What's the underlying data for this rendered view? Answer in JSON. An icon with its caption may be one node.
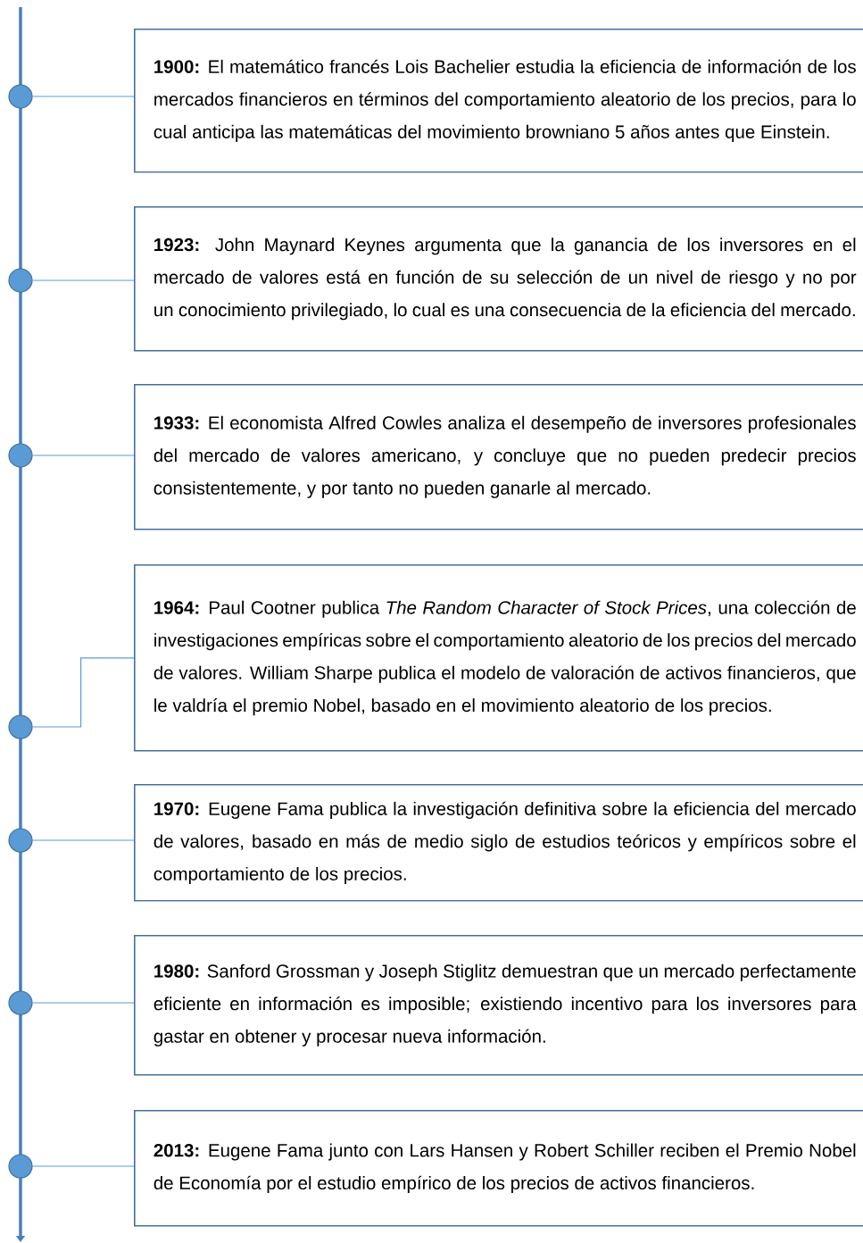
{
  "diagram": {
    "nodes": [
      {
        "text": [
          "**1900:** El matemático francés Lois Bachelier estudia la eficiencia de información de los mercados financieros en términos del comportamiento aleatorio de los precios, para lo cual anticipa las matemáticas del movimiento browniano 5 años antes que Einstein."
        ]
      },
      {
        "text": [
          "**1923:** John Maynard Keynes argumenta que la ganancia de los inversores en el mercado de valores está en función de su selección de un nivel de riesgo y no por un conocimiento privilegiado, lo cual es una consecuencia de la eficiencia del mercado."
        ]
      },
      {
        "text": [
          "**1933:** El economista Alfred Cowles analiza el desempeño de inversores profesionales del mercado de valores americano, y concluye que no pueden predecir precios consistentemente, y por tanto no pueden ganarle al mercado."
        ]
      },
      {
        "text": [
          "**1964:** Paul Cootner publica *The Random Character of Stock Prices*, una colección de investigaciones empíricas sobre el comportamiento aleatorio de los precios del mercado de valores. William Sharpe publica el modelo de valoración de activos financieros, que le valdría el premio Nobel, basado en el movimiento aleatorio de los precios."
        ]
      },
      {
        "text": [
          "**1970:** Eugene Fama publica la investigación definitiva sobre la eficiencia del mercado de valores, basado en más de medio siglo de estudios teóricos y empíricos sobre el comportamiento de los precios."
        ]
      },
      {
        "text": [
          "**1980:** Sanford Grossman y Joseph Stiglitz demuestran que un mercado perfectamente eficiente en información es imposible; existiendo incentivo para los inversores para gastar en obtener y procesar nueva información."
        ]
      },
      {
        "text": [
          "**2013:** Eugene Fama junto con Lars Hansen y Robert Schiller reciben el Premio Nobel de Economía por el estudio empírico de los precios de activos financieros."
        ]
      },
      {
        "text": [],
        "shape": "circle"
      },
      {
        "text": [],
        "shape": "circle"
      },
      {
        "text": [],
        "shape": "circle"
      },
      {
        "text": [],
        "shape": "circle"
      },
      {
        "text": [],
        "shape": "circle"
      },
      {
        "text": [],
        "shape": "circle"
      },
      {
        "text": [],
        "shape": "circle"
      }
    ],
    "edges": [
      {
        "from": 7,
        "to": 0,
        "arrow": "none"
      },
      {
        "from": 8,
        "to": 1,
        "arrow": "none"
      },
      {
        "from": 9,
        "to": 2,
        "arrow": "none"
      },
      {
        "from": 10,
        "to": 3,
        "arrow": "none"
      },
      {
        "from": 11,
        "to": 4,
        "arrow": "none"
      },
      {
        "from": 12,
        "to": 5,
        "arrow": "none"
      },
      {
        "from": 13,
        "to": 6,
        "arrow": "none"
      }
    ]
  }
}
